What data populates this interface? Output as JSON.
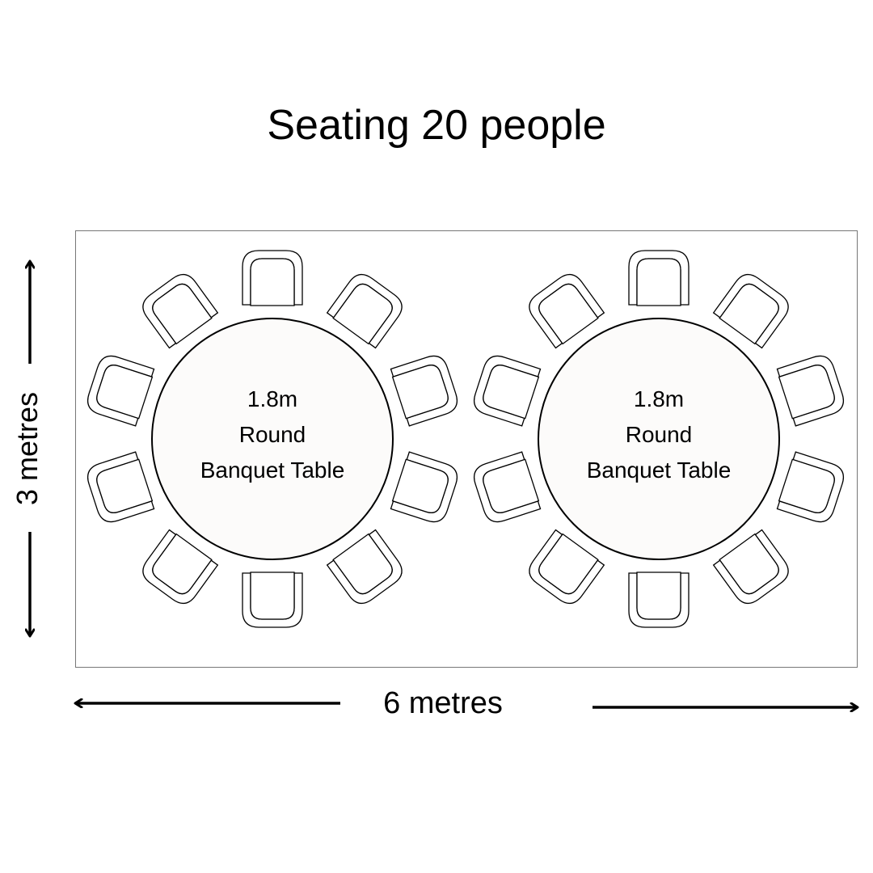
{
  "title": "Seating 20 people",
  "room": {
    "width_label": "6 metres",
    "height_label": "3 metres"
  },
  "tables": [
    {
      "line1": "1.8m",
      "line2": "Round",
      "line3": "Banquet Table",
      "chairs": 10
    },
    {
      "line1": "1.8m",
      "line2": "Round",
      "line3": "Banquet Table",
      "chairs": 10
    }
  ],
  "colors": {
    "table_fill": "#fcfbfa",
    "stroke": "#000000",
    "room_stroke": "#777777"
  }
}
